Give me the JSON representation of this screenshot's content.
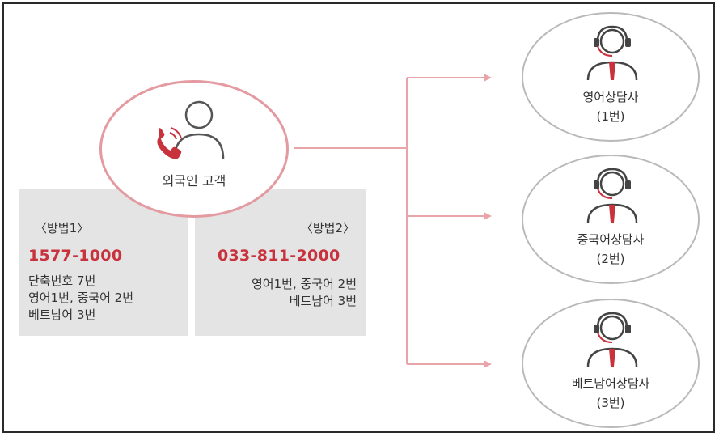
{
  "customer": {
    "label": "외국인 고객",
    "icon": "person-with-phone-icon"
  },
  "methods": [
    {
      "label": "〈방법1〉",
      "phone": "1577-1000",
      "lines": [
        "단축번호 7번",
        "영어1번, 중국어 2번",
        "베트남어 3번"
      ]
    },
    {
      "label": "〈방법2〉",
      "phone": "033-811-2000",
      "lines": [
        "영어1번, 중국어 2번",
        "베트남어 3번"
      ]
    }
  ],
  "agents": [
    {
      "name": "영어상담사",
      "number": "(1번)",
      "icon": "call-center-agent-icon"
    },
    {
      "name": "중국어상담사",
      "number": "(2번)",
      "icon": "call-center-agent-icon"
    },
    {
      "name": "베트남어상담사",
      "number": "(3번)",
      "icon": "call-center-agent-icon"
    }
  ],
  "colors": {
    "accent_red": "#c8323c",
    "connector_pink": "#e8a4a8",
    "customer_border": "#e39aa0",
    "agent_border": "#b9b9b9",
    "panel_gray": "#e4e4e4"
  }
}
